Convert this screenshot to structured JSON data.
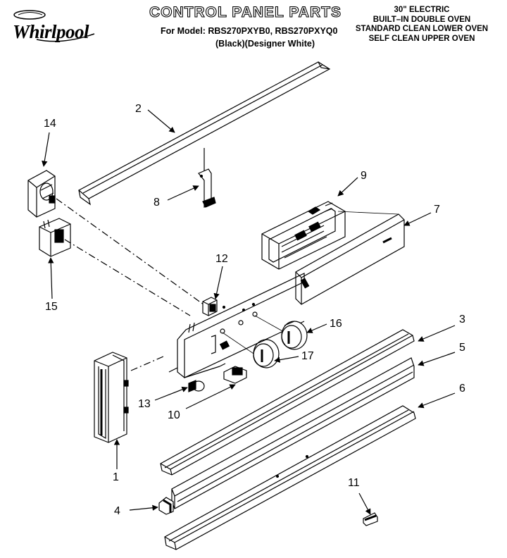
{
  "header": {
    "brand": "Whirlpool",
    "title": "CONTROL PANEL PARTS",
    "model_line": "For Model: RBS270PXYB0, RBS270PXYQ0",
    "variant_line": "(Black)(Designer White)",
    "spec_lines": [
      "30\" ELECTRIC",
      "BUILT–IN DOUBLE OVEN",
      "STANDARD CLEAN LOWER OVEN",
      "SELF CLEAN UPPER OVEN"
    ]
  },
  "callouts": {
    "c1": "1",
    "c2": "2",
    "c3": "3",
    "c4": "4",
    "c5": "5",
    "c6": "6",
    "c7": "7",
    "c8": "8",
    "c9": "9",
    "c10": "10",
    "c11": "11",
    "c12": "12",
    "c13": "13",
    "c14": "14",
    "c15": "15",
    "c16": "16",
    "c17": "17"
  }
}
